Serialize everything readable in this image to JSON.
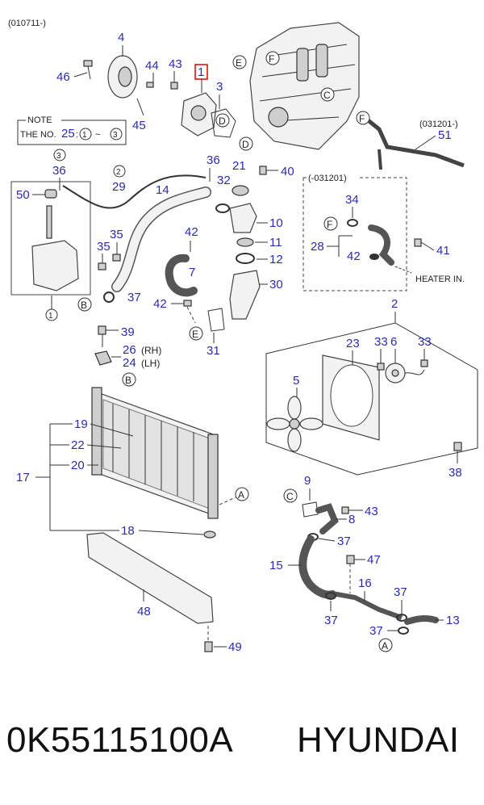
{
  "header": {
    "period": "(010711-)"
  },
  "note": {
    "title": "NOTE",
    "prefix": "THE NO.",
    "num": "25",
    "range": ":",
    "from": "1",
    "tilde": "~",
    "to": "3"
  },
  "periods": {
    "upper_right": "(031201-)",
    "box": "(-031201)"
  },
  "callouts": {
    "p1": "1",
    "p2": "2",
    "p3": "3",
    "p4": "4",
    "p5": "5",
    "p6": "6",
    "p7": "7",
    "p8": "8",
    "p9": "9",
    "p10": "10",
    "p11": "11",
    "p12": "12",
    "p13": "13",
    "p14": "14",
    "p15": "15",
    "p16": "16",
    "p17": "17",
    "p18": "18",
    "p19": "19",
    "p20": "20",
    "p21": "21",
    "p22": "22",
    "p23": "23",
    "p24": "24",
    "p25": "25",
    "p26": "26",
    "p28": "28",
    "p29": "29",
    "p30": "30",
    "p31": "31",
    "p32": "32",
    "p33": "33",
    "p34": "34",
    "p35": "35",
    "p36": "36",
    "p37": "37",
    "p38": "38",
    "p39": "39",
    "p40": "40",
    "p41": "41",
    "p42": "42",
    "p43": "43",
    "p44": "44",
    "p45": "45",
    "p46": "46",
    "p47": "47",
    "p48": "48",
    "p49": "49",
    "p50": "50",
    "p51": "51"
  },
  "side_labels": {
    "rh": "(RH)",
    "lh": "(LH)",
    "heater": "HEATER IN."
  },
  "circle_letters": {
    "a": "A",
    "b": "B",
    "c": "C",
    "d": "D",
    "e": "E",
    "f": "F"
  },
  "circle_numbers": {
    "one": "1",
    "two": "2",
    "three": "3"
  },
  "footer": {
    "part_code": "0K55115100A",
    "brand": "HYUNDAI"
  },
  "colors": {
    "callout": "#2b2bb0",
    "highlight_box": "#dd0000",
    "text": "#111111"
  }
}
